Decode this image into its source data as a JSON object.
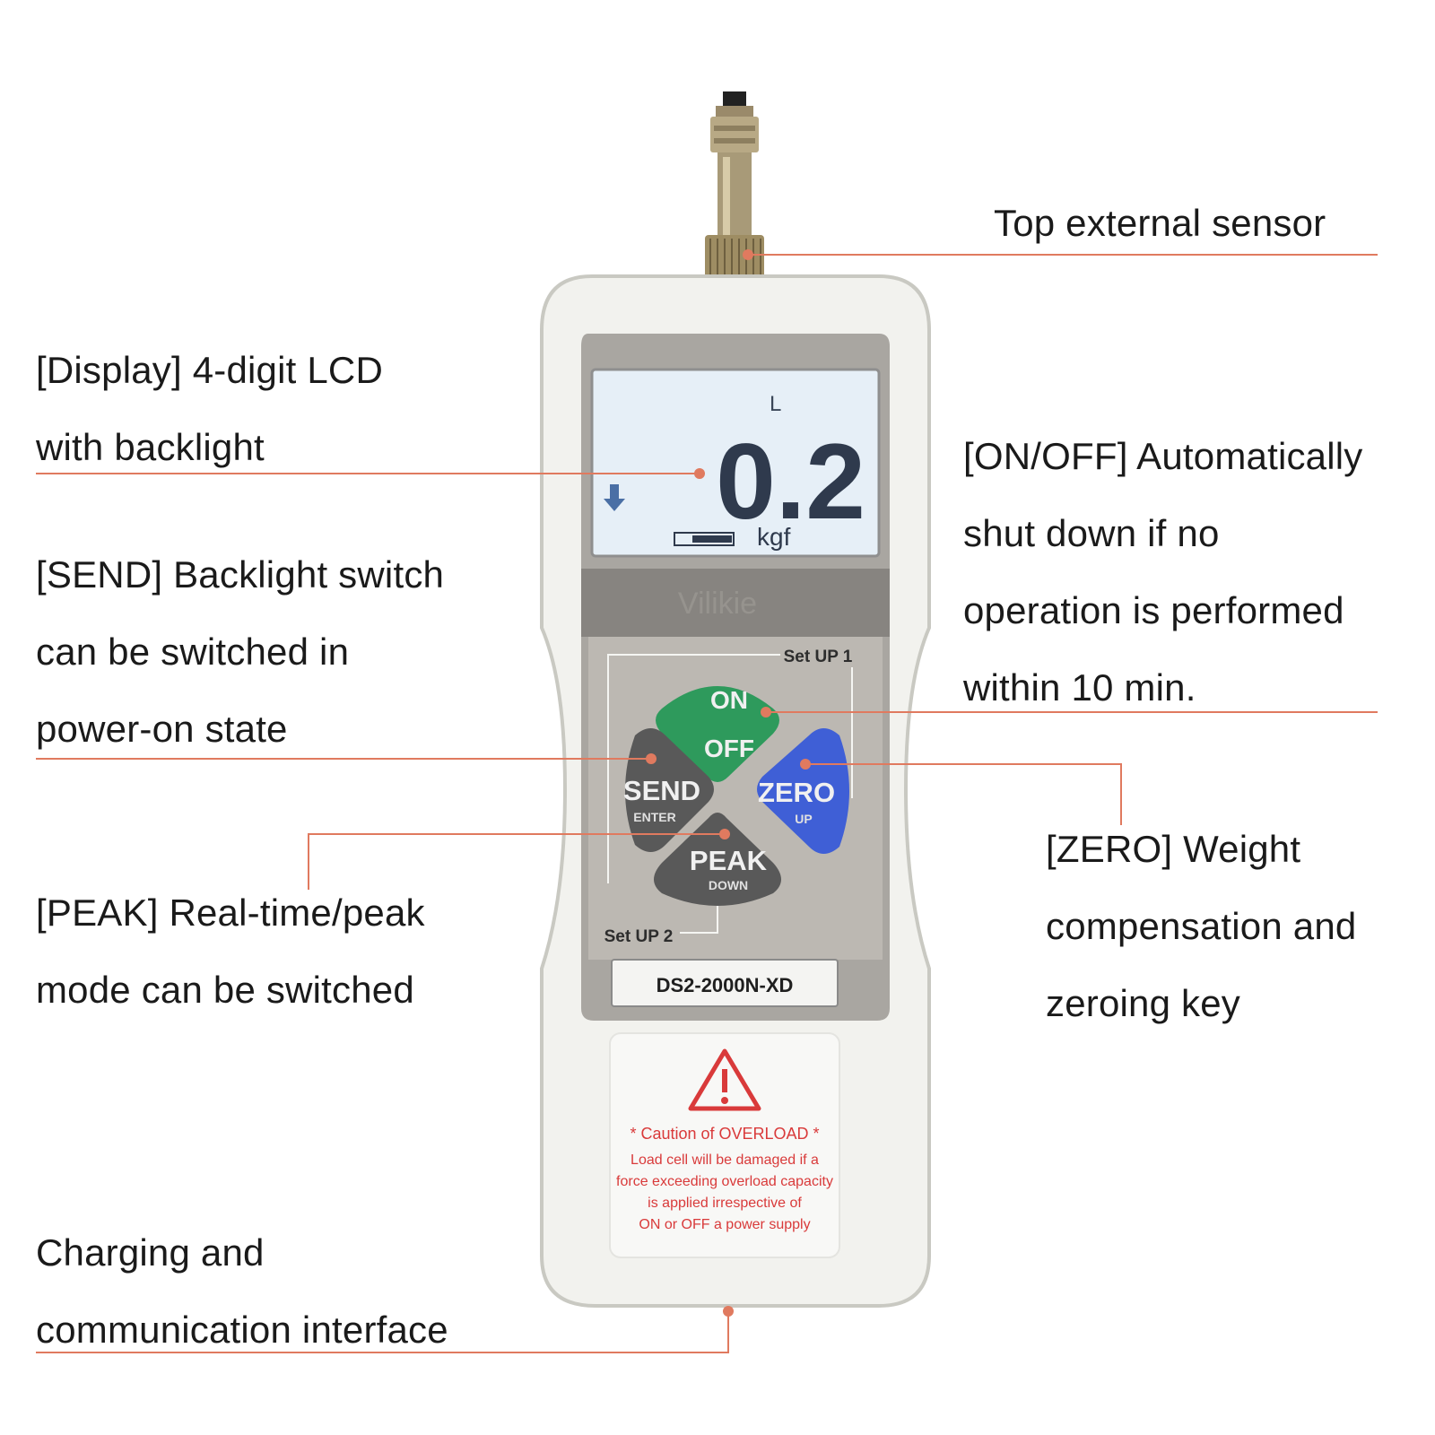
{
  "callouts": {
    "top_sensor": "Top external sensor",
    "display": [
      "[Display] 4-digit LCD",
      "with backlight"
    ],
    "send": [
      "[SEND] Backlight switch",
      "can be switched in",
      "power-on state"
    ],
    "peak": [
      "[PEAK] Real-time/peak",
      "mode can be switched"
    ],
    "charging": [
      "Charging and",
      "communication interface"
    ],
    "onoff": [
      "[ON/OFF] Automatically",
      "shut down if no",
      "operation is performed",
      "within 10 min."
    ],
    "zero": [
      "[ZERO] Weight",
      "compensation and",
      "zeroing key"
    ]
  },
  "device": {
    "lcd_indicator": "L",
    "lcd_reading": "0.2",
    "lcd_unit": "kgf",
    "brand": "Vilikie",
    "setup1": "Set UP 1",
    "setup2": "Set UP 2",
    "keys": {
      "on": "ON",
      "off": "OFF",
      "send": "SEND",
      "send_sub": "ENTER",
      "zero": "ZERO",
      "zero_sub": "UP",
      "peak": "PEAK",
      "peak_sub": "DOWN"
    },
    "model": "DS2-2000N-XD",
    "warning": {
      "title": "* Caution of OVERLOAD *",
      "lines": [
        "Load cell will be damaged if a",
        "force exceeding overload capacity",
        "is applied irrespective of",
        "ON or OFF a power supply"
      ]
    }
  },
  "colors": {
    "leader": "#e07a5f",
    "on_key": "#2e9a5c",
    "zero_key": "#3f5fd6",
    "dark_key": "#595959",
    "lcd": "#e6eff7",
    "warning": "#d93a3a"
  }
}
